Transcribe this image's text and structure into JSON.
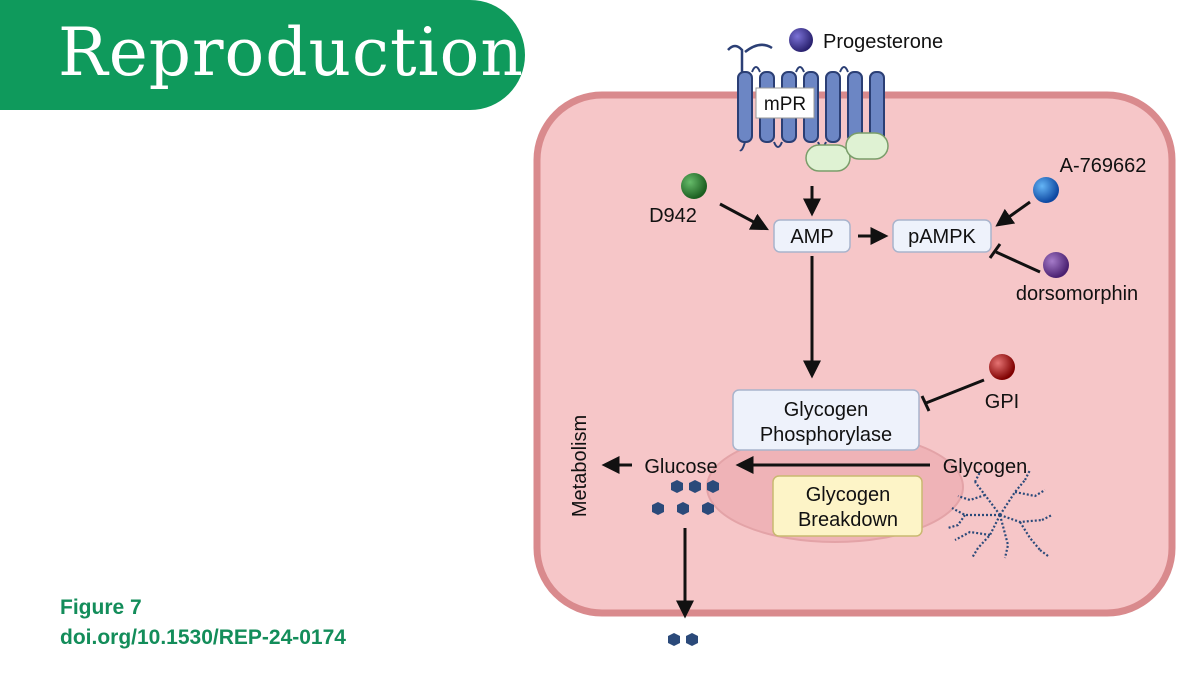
{
  "header": {
    "title": "Reproduction"
  },
  "caption": {
    "figure": "Figure 7",
    "doi": "doi.org/10.1530/REP-24-0174"
  },
  "diagram": {
    "labels": {
      "progesterone": "Progesterone",
      "receptor": "mPR",
      "d942": "D942",
      "amp": "AMP",
      "pampk": "pAMPK",
      "a769662": "A-769662",
      "dorsomorphin": "dorsomorphin",
      "gpi": "GPI",
      "gp_line1": "Glycogen",
      "gp_line2": "Phosphorylase",
      "glucose": "Glucose",
      "glycogen": "Glycogen",
      "gb_line1": "Glycogen",
      "gb_line2": "Breakdown",
      "metabolism": "Metabolism"
    },
    "colors": {
      "brand": "#0f9a5c",
      "cell_fill": "#f6c6c8",
      "cell_border": "#d98a8d",
      "receptor": "#6c86c4",
      "gprotein": "#dff2d3",
      "progesterone": "#3d3592",
      "d942": "#2e7d32",
      "a769662": "#1e88e5",
      "dorsomorphin": "#6a3b8f",
      "gpi": "#b71c1c",
      "node_fill": "#eef2fb",
      "breakdown_fill": "#fdf4c7",
      "glucose": "#2b4a7a"
    }
  }
}
